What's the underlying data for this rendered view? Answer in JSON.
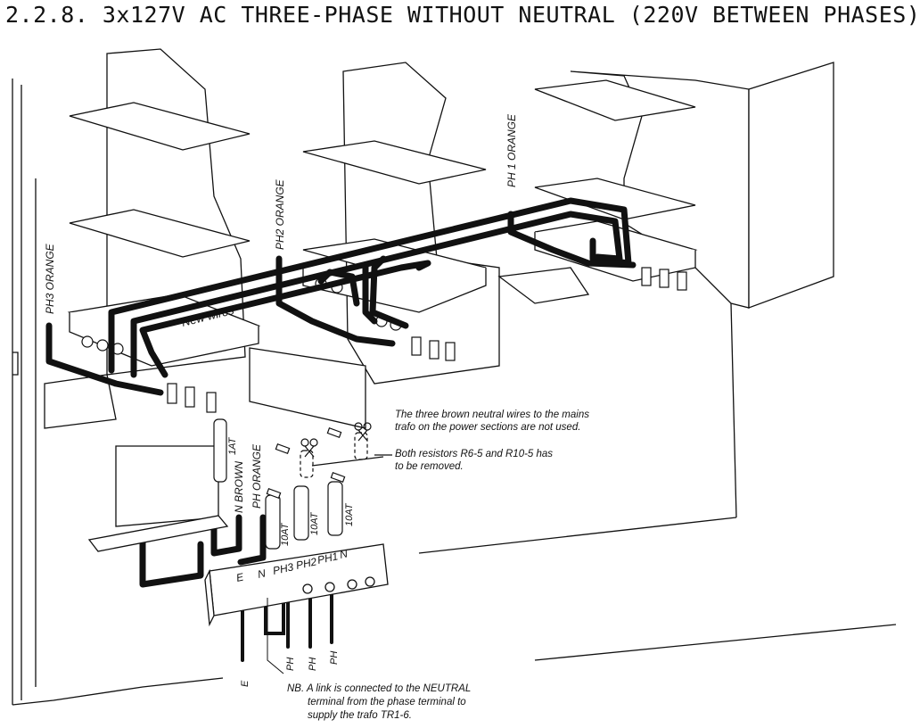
{
  "title": "2.2.8. 3x127V AC THREE-PHASE WITHOUT NEUTRAL (220V BETWEEN PHASES)",
  "wire_labels": {
    "ph1": "PH 1 ORANGE",
    "ph2": "PH2 ORANGE",
    "ph3": "PH3 ORANGE",
    "new_wires": "New wires",
    "n_brown": "N BROWN",
    "ph_orange": "PH ORANGE"
  },
  "fuses": [
    "1AT",
    "10AT",
    "10AT",
    "10AT"
  ],
  "terminal_labels": [
    "E",
    "N",
    "PH3",
    "PH2",
    "PH1",
    "N"
  ],
  "bottom_wires": [
    "E",
    "PH",
    "PH",
    "PH"
  ],
  "notes": {
    "neutral_line1": "The three brown neutral wires to the mains",
    "neutral_line2": "trafo on the power sections are not used.",
    "resistor_line1": "Both resistors R6-5 and R10-5 has",
    "resistor_line2": "to be removed.",
    "link_line1": "NB. A link is connected  to the NEUTRAL",
    "link_line2": "terminal from the phase terminal to",
    "link_line3": "supply the trafo TR1-6."
  }
}
